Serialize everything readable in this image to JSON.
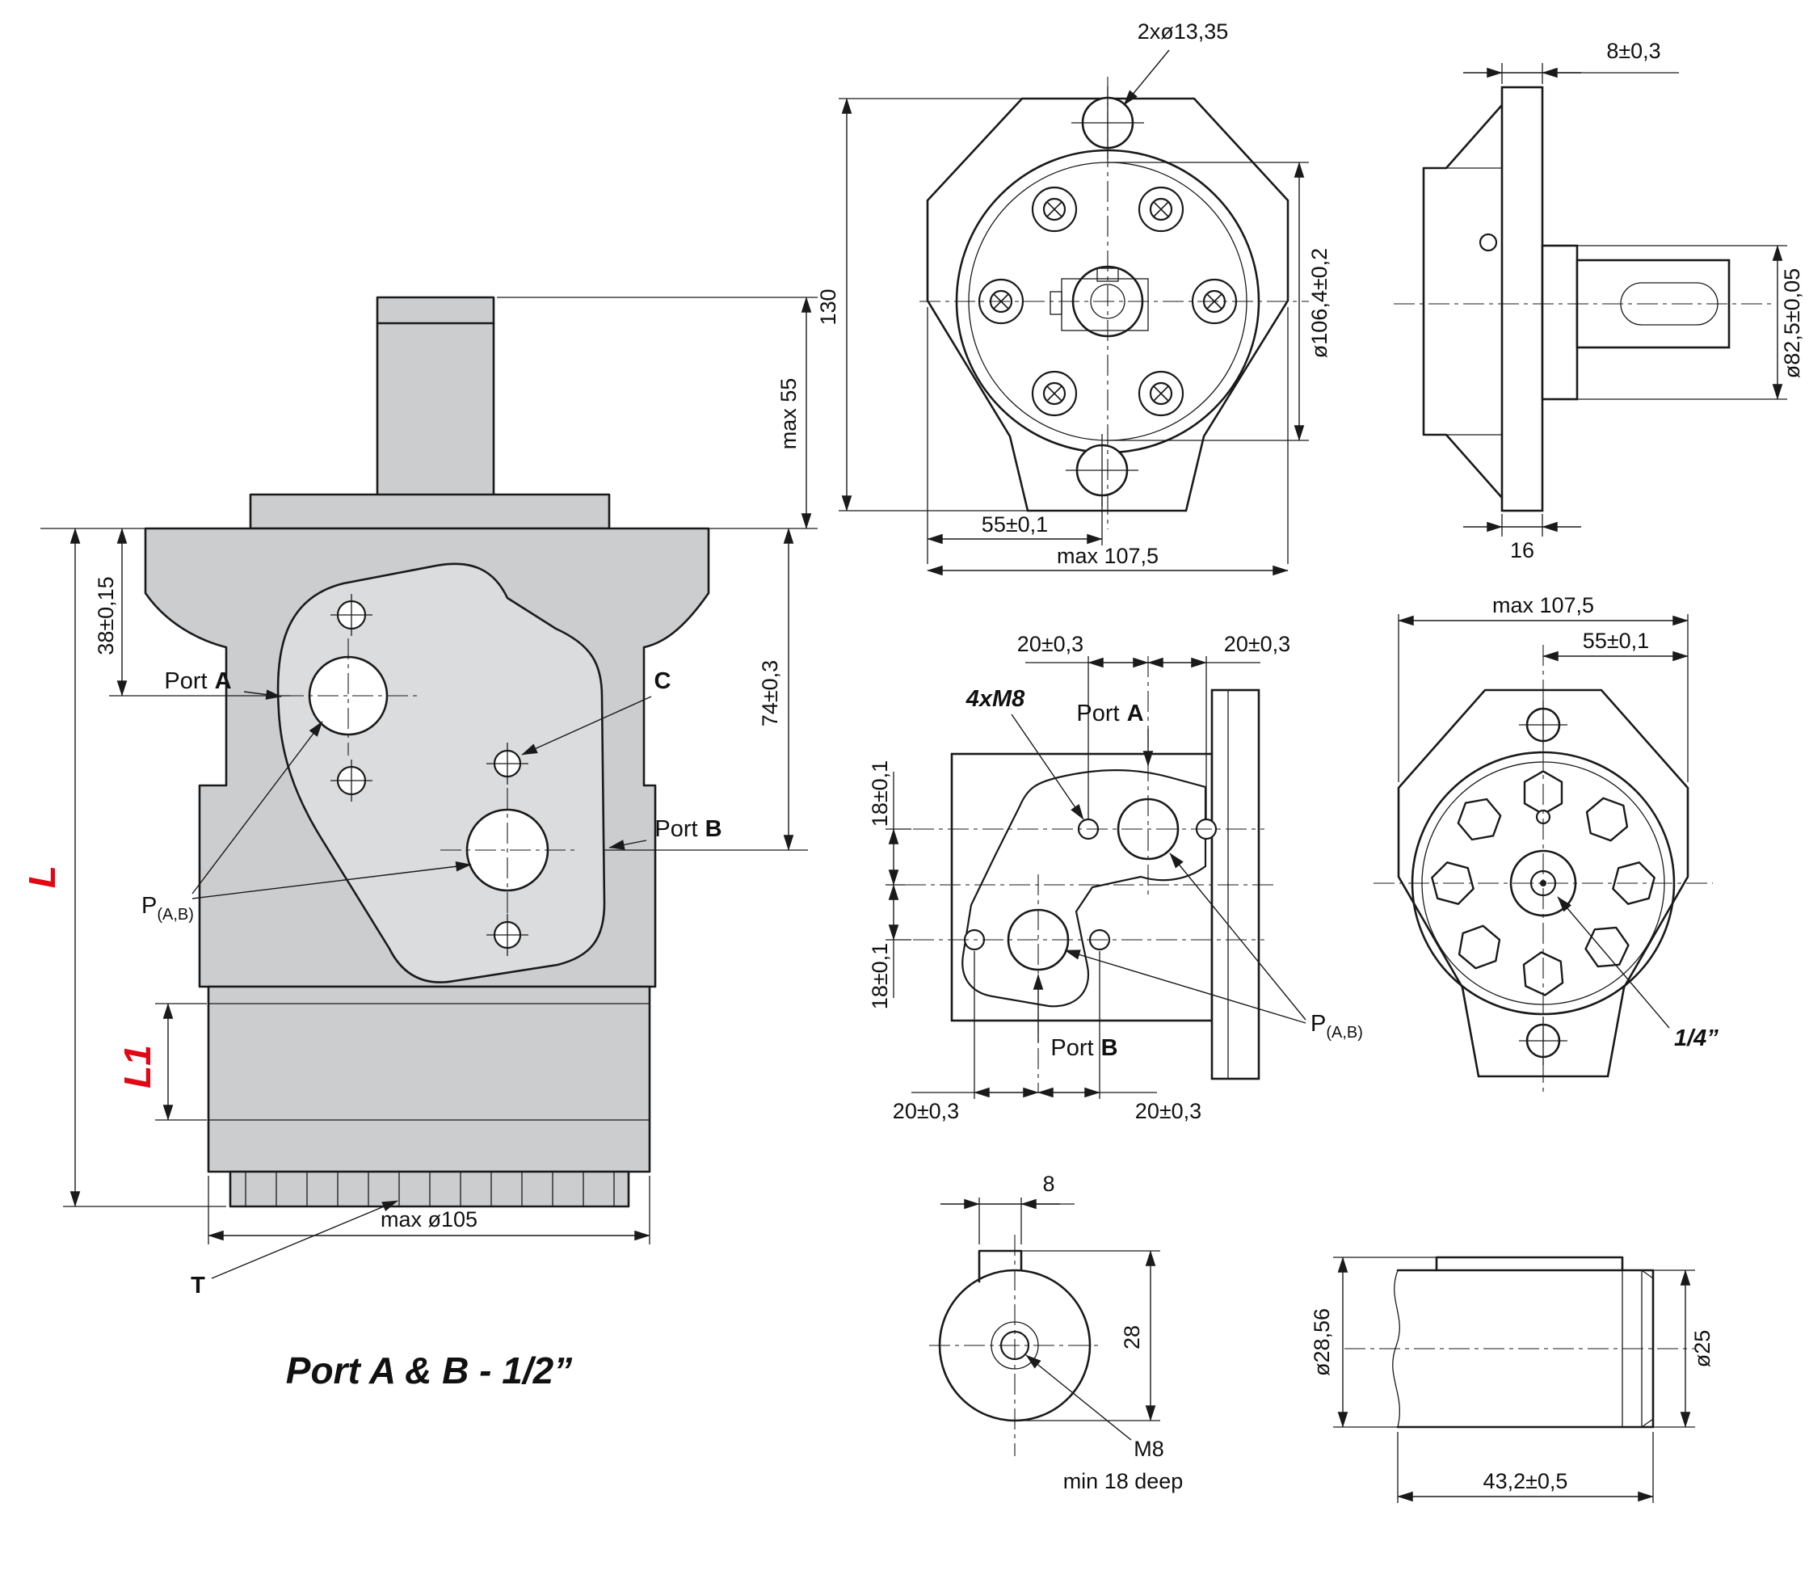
{
  "note_bottom": "Port A & B - 1/2”",
  "colors": {
    "accent_red": "#e30613",
    "line": "#1a1a1a",
    "body_gray": "#cbcdcf",
    "plate_gray": "#dadcdd"
  },
  "side_view": {
    "dim_l": "L",
    "dim_l1": "L1",
    "dim_38": "38±0,15",
    "dim_max55": "max 55",
    "dim_74": "74±0,3",
    "dim_max_d105": "max ø105",
    "port_a": {
      "word": "Port",
      "letter": "A"
    },
    "port_b": {
      "word": "Port",
      "letter": "B"
    },
    "label_c": "C",
    "label_t": "T",
    "p_label": "P",
    "p_sub": "(A,B)"
  },
  "front_view": {
    "dim_bolt_holes": "2xø13,35",
    "dim_130": "130",
    "dim_d106": "ø106,4±0,2",
    "dim_55": "55±0,1",
    "dim_max107": "max 107,5"
  },
  "flange_side_view": {
    "dim_8": "8±0,3",
    "dim_d82": "ø82,5±0,05",
    "dim_16": "16"
  },
  "port_face_view": {
    "dim_20_top_left": "20±0,3",
    "dim_20_top_right": "20±0,3",
    "dim_20_bottom_left": "20±0,3",
    "dim_20_bottom_right": "20±0,3",
    "dim_18_upper": "18±0,1",
    "dim_18_lower": "18±0,1",
    "label_4xm8": "4xM8",
    "port_a": {
      "word": "Port",
      "letter": "A"
    },
    "port_b": {
      "word": "Port",
      "letter": "B"
    },
    "p_label": "P",
    "p_sub": "(A,B)"
  },
  "rear_view": {
    "dim_max107": "max 107,5",
    "dim_55": "55±0,1",
    "label_quarter": "1/4”"
  },
  "shaft_end_view": {
    "dim_8": "8",
    "dim_28": "28",
    "label_m8": "M8",
    "label_depth": "min 18 deep"
  },
  "shaft_side_view": {
    "dim_d2856": "ø28,56",
    "dim_d25": "ø25",
    "dim_43": "43,2±0,5"
  }
}
